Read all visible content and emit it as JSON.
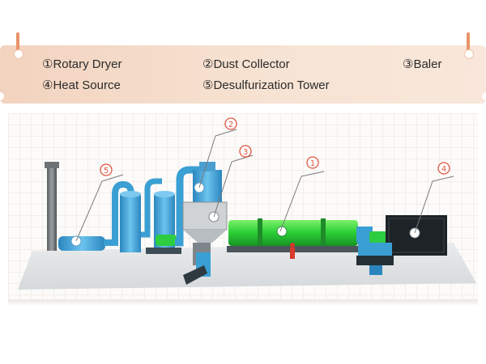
{
  "legend": {
    "item1": "①Rotary Dryer",
    "item2": "②Dust Collector",
    "item3": "③Baler",
    "item4": "④Heat Source",
    "item5": "⑤Desulfurization Tower"
  },
  "callouts": {
    "c1": "1",
    "c2": "2",
    "c3": "3",
    "c4": "4",
    "c5": "5"
  },
  "colors": {
    "banner": "#f5dcc9",
    "dryer": "#2ecc40",
    "pipe": "#3a9fd3",
    "callout_ring": "#e0553f"
  }
}
